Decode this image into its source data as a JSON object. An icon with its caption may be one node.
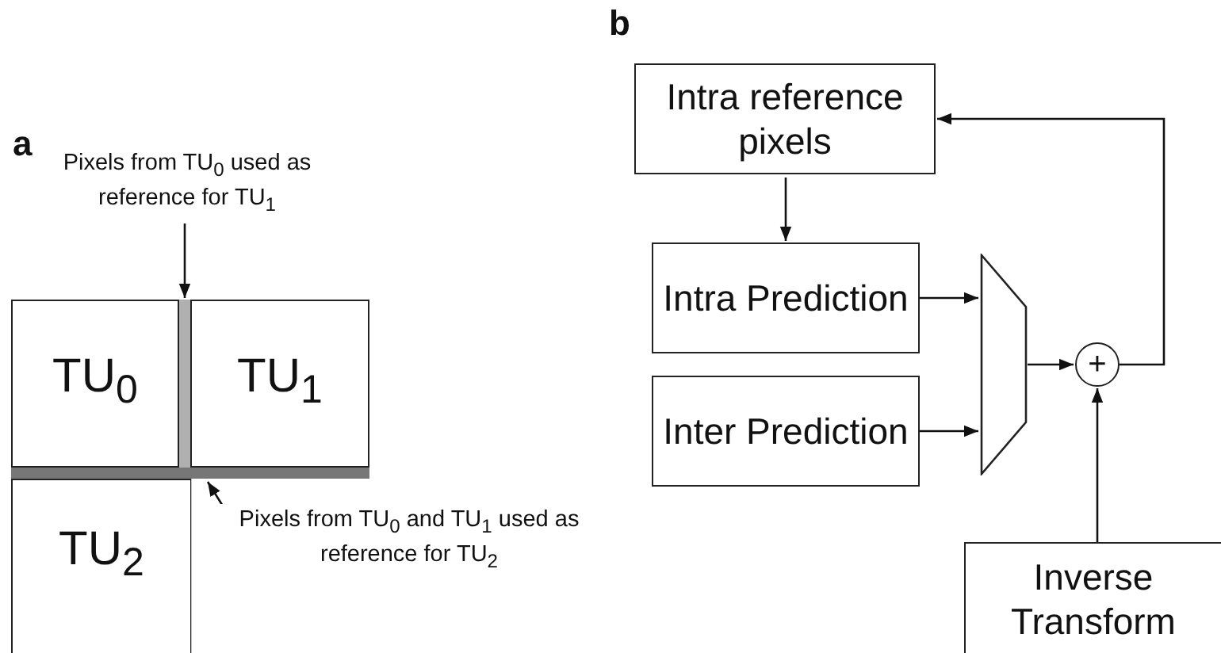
{
  "diagram": {
    "nodes": [
      {
        "text": [
          "TU$_{0}$"
        ]
      },
      {
        "text": [
          "TU$_{1}$"
        ]
      },
      {
        "text": [
          "TU$_{2}$"
        ]
      },
      {
        "text": [
          "Pixels from TU$_{0}$ used as reference for TU$_{1}$"
        ]
      },
      {
        "text": [],
        "shape": "bar"
      },
      {
        "text": [
          "Pixels from TU$_{0}$ and TU$_{1}$ used as reference for TU$_{2}$"
        ]
      },
      {
        "text": [],
        "shape": "bar"
      },
      {
        "text": [
          "Intra reference pixels"
        ]
      },
      {
        "text": [
          "Intra Prediction"
        ]
      },
      {
        "text": [
          "Inter Prediction"
        ]
      },
      {
        "text": [],
        "shape": "trapezoid"
      },
      {
        "text": [
          "+"
        ]
      },
      {
        "text": [
          "Inverse Transform"
        ]
      }
    ],
    "edges": [
      {
        "from": 3,
        "to": 4,
        "arrow": "to"
      },
      {
        "from": 5,
        "to": 6,
        "arrow": "to"
      },
      {
        "from": 7,
        "to": 8,
        "arrow": "to"
      },
      {
        "from": 8,
        "to": 10,
        "arrow": "to"
      },
      {
        "from": 9,
        "to": 10,
        "arrow": "to"
      },
      {
        "from": 10,
        "to": 11,
        "arrow": "to"
      },
      {
        "from": 12,
        "to": 11,
        "arrow": "to"
      },
      {
        "from": 11,
        "to": 7,
        "arrow": "to"
      }
    ],
    "labels": [
      "a",
      "b"
    ]
  }
}
